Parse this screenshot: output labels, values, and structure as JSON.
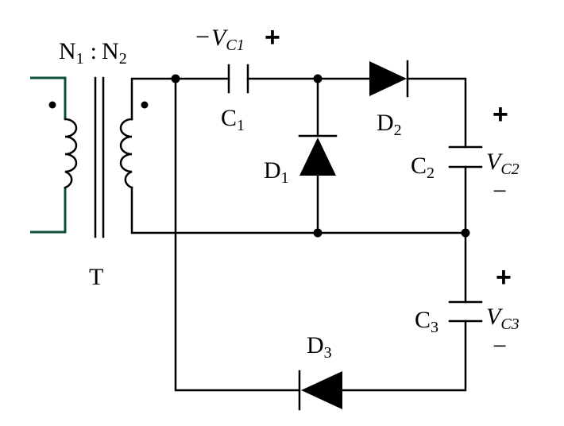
{
  "transformer": {
    "n1": "N",
    "n1_sub": "1",
    "colon": ":",
    "n2": "N",
    "n2_sub": "2",
    "name": "T"
  },
  "c1": {
    "label": "C",
    "sub": "1",
    "minus": "−",
    "v": "V",
    "v_sub": "C1",
    "plus": "+"
  },
  "c2": {
    "label": "C",
    "sub": "2",
    "plus": "+",
    "v": "V",
    "v_sub": "C2",
    "minus": "−"
  },
  "c3": {
    "label": "C",
    "sub": "3",
    "plus": "+",
    "v": "V",
    "v_sub": "C3",
    "minus": "−"
  },
  "d1": {
    "label": "D",
    "sub": "1"
  },
  "d2": {
    "label": "D",
    "sub": "2"
  },
  "d3": {
    "label": "D",
    "sub": "3"
  }
}
